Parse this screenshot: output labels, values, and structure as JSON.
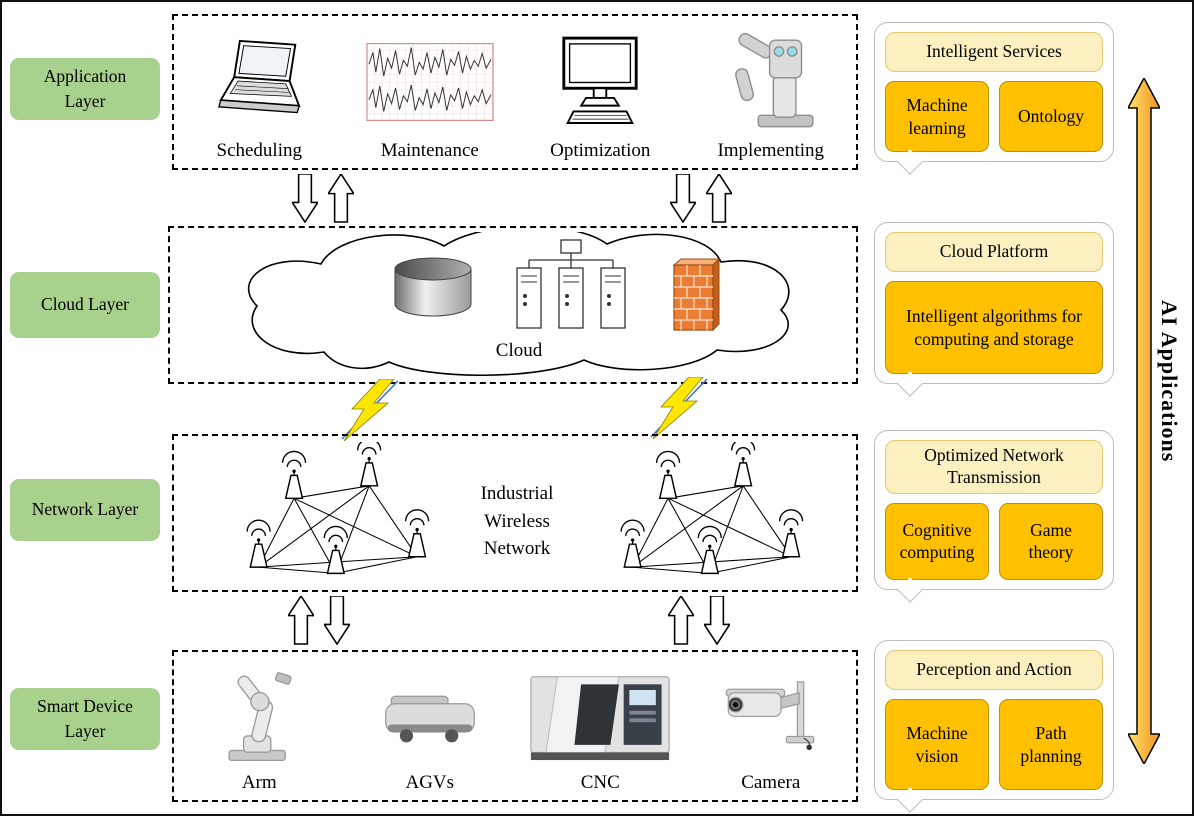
{
  "layers": [
    {
      "label": "Application Layer"
    },
    {
      "label": "Cloud Layer"
    },
    {
      "label": "Network Layer"
    },
    {
      "label": "Smart Device Layer"
    }
  ],
  "application_layer": {
    "items": [
      {
        "label": "Scheduling",
        "icon": "laptop-icon"
      },
      {
        "label": "Maintenance",
        "icon": "waveform-icon"
      },
      {
        "label": "Optimization",
        "icon": "monitor-icon"
      },
      {
        "label": "Implementing",
        "icon": "robot-icon"
      }
    ]
  },
  "cloud_layer": {
    "label": "Cloud",
    "icons": [
      "database-icon",
      "server-cluster-icon",
      "firewall-icon"
    ]
  },
  "network_layer": {
    "label": "Industrial Wireless Network"
  },
  "device_layer": {
    "items": [
      {
        "label": "Arm",
        "icon": "robot-arm-icon"
      },
      {
        "label": "AGVs",
        "icon": "agv-icon"
      },
      {
        "label": "CNC",
        "icon": "cnc-icon"
      },
      {
        "label": "Camera",
        "icon": "camera-icon"
      }
    ]
  },
  "callouts": [
    {
      "title": "Intelligent Services",
      "tags": [
        "Machine learning",
        "Ontology"
      ]
    },
    {
      "title": "Cloud Platform",
      "tags": [
        "Intelligent algorithms for computing and storage"
      ]
    },
    {
      "title": "Optimized Network Transmission",
      "tags": [
        "Cognitive computing",
        "Game theory"
      ]
    },
    {
      "title": "Perception and Action",
      "tags": [
        "Machine vision",
        "Path planning"
      ]
    }
  ],
  "side_arrow": {
    "label": "AI Applications"
  },
  "colors": {
    "layer_green": "#a9d18e",
    "callout_title_yellow": "#fcefc0",
    "tag_orange": "#ffc000",
    "bolt_yellow": "#ffe600",
    "side_arrow_gradient": [
      "#ffe26b",
      "#f0941f"
    ]
  }
}
